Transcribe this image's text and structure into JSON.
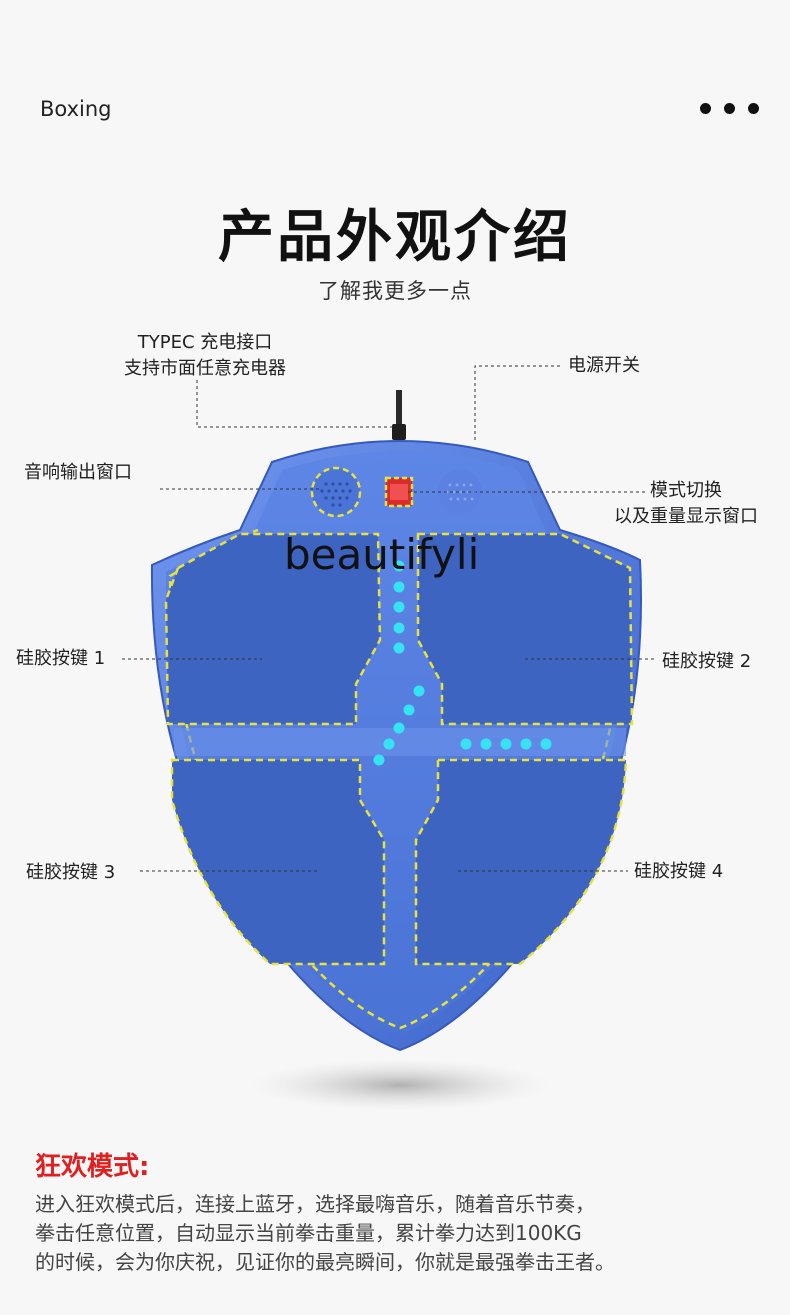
{
  "header": {
    "title": "Boxing"
  },
  "main": {
    "title": "产品外观介绍",
    "subtitle": "了解我更多一点"
  },
  "callouts": {
    "typec_line1": "TYPEC 充电接口",
    "typec_line2": "支持市面任意充电器",
    "power_switch": "电源开关",
    "speaker": "音响输出窗口",
    "mode_line1": "模式切换",
    "mode_line2": "以及重量显示窗口",
    "key1": "硅胶按键 1",
    "key2": "硅胶按键 2",
    "key3": "硅胶按键 3",
    "key4": "硅胶按键 4"
  },
  "watermark": "beautifyli",
  "section": {
    "heading": "狂欢模式:",
    "lines": [
      "进入狂欢模式后，连接上蓝牙，选择最嗨音乐，随着音乐节奏，",
      "拳击任意位置，自动显示当前拳击重量，累计拳力达到100KG",
      "的时候，会为你庆祝，见证你的最亮瞬间，你就是最强拳击王者。"
    ]
  },
  "colors": {
    "shield_blue": "#4a73d6",
    "pad_blue": "#3e64c2",
    "dash_yellow": "#e8e23a",
    "led_cyan": "#35e3f2",
    "display_red": "#d92b2b",
    "accent_red": "#e02020"
  },
  "icons": {
    "menu": "more-dots-icon"
  }
}
